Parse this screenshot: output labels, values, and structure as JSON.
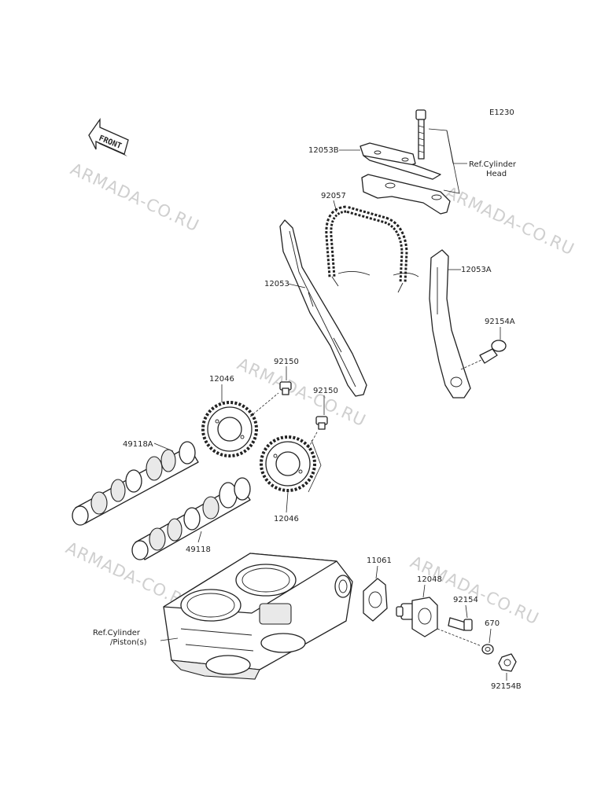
{
  "diagram_code": "E1230",
  "front_label": "FRONT",
  "watermark": "ARMADA-CO.RU",
  "references": {
    "cyl_head_line1": "Ref.Cylinder",
    "cyl_head_line2": "Head",
    "cyl_piston_line1": "Ref.Cylinder",
    "cyl_piston_line2": "/Piston(s)"
  },
  "parts": {
    "p12053B": "12053B",
    "p92057": "92057",
    "p12053": "12053",
    "p12053A": "12053A",
    "p92154A": "92154A",
    "p92150_left": "92150",
    "p92150_right": "92150",
    "p12046_top": "12046",
    "p12046_bottom": "12046",
    "p49118A": "49118A",
    "p49118": "49118",
    "p11061": "11061",
    "p12048": "12048",
    "p92154": "92154",
    "p670": "670",
    "p92154B": "92154B"
  }
}
